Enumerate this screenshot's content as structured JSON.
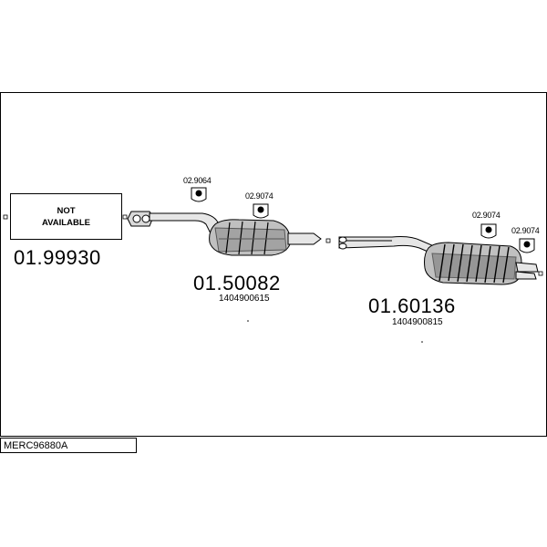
{
  "drawing_id": "MERC96880A",
  "parts": [
    {
      "code": "01.99930",
      "note_line1": "NOT",
      "note_line2": "AVAILABLE"
    },
    {
      "code": "01.50082",
      "oe": "1404900615"
    },
    {
      "code": "01.60136",
      "oe": "1404900815"
    }
  ],
  "hangers": [
    "02.9064",
    "02.9074",
    "02.9074",
    "02.9074"
  ],
  "colors": {
    "line": "#000000",
    "fill_light": "#d9d9d9",
    "fill_mid": "#a6a6a6",
    "fill_dark": "#6e6e6e",
    "background": "#ffffff"
  }
}
